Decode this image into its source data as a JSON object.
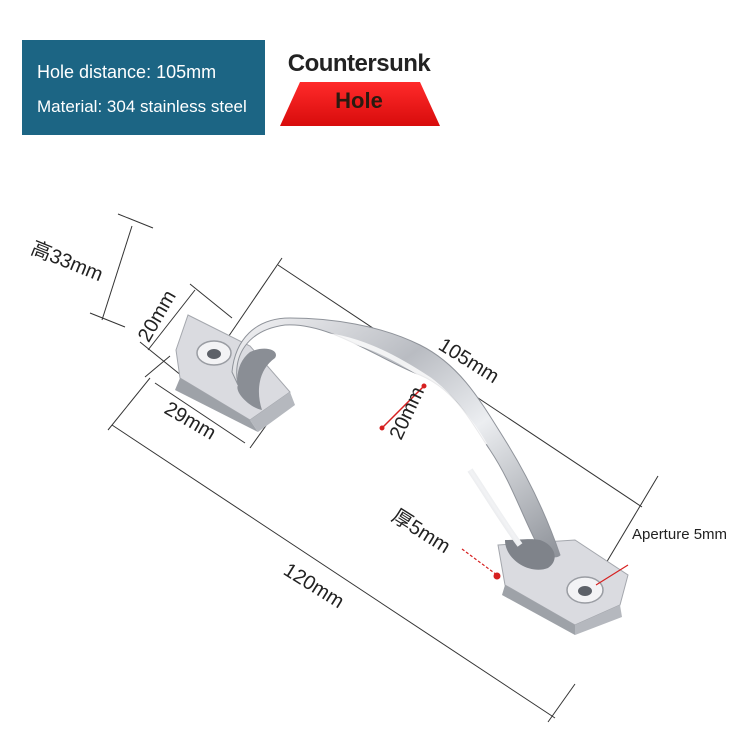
{
  "info": {
    "line1": "Hole distance: 105mm",
    "line2": "Material: 304 stainless steel"
  },
  "badge": {
    "title": "Countersunk",
    "subtitle": "Hole"
  },
  "dimensions": {
    "height": "高33mm",
    "base_width": "20mm",
    "base_length": "29mm",
    "hole_distance": "105mm",
    "handle_width": "20mm",
    "thickness": "厚5mm",
    "aperture": "Aperture 5mm",
    "total_length": "120mm"
  },
  "colors": {
    "panel": "#1c6584",
    "badge_red": "#e01414",
    "dimension_line": "#333333",
    "marker_red": "#d62020"
  }
}
